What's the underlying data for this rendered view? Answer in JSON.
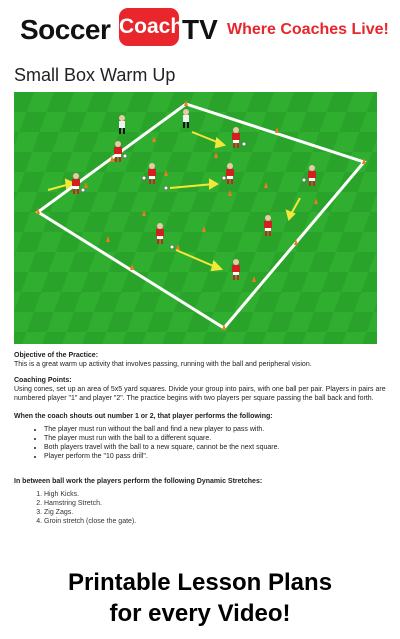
{
  "header": {
    "brand_left": "Soccer",
    "brand_badge": "Coach",
    "brand_right": "TV",
    "tagline": "Where Coaches Live!"
  },
  "title": "Small Box Warm Up",
  "colors": {
    "brand_red": "#e8262b",
    "pitch_green": "#2fae2f",
    "pitch_green_dark": "#27a027",
    "line_white": "#ffffff",
    "cone_orange": "#f07a1e",
    "arrow_yellow": "#f5e63a",
    "player_red": "#d22020",
    "player_black": "#111111"
  },
  "content": {
    "objective_heading": "Objective of the Practice:",
    "objective_text": "This is a great warm up activity that involves passing, running with the ball and peripheral vision.",
    "coaching_heading": "Coaching Points:",
    "coaching_text": "Using cones, set up an area of 5x5 yard squares. Divide your group into pairs, with one ball per pair. Players in pairs are numbered player \"1\" and player \"2\". The practice begins with two players per square passing the ball back and forth.",
    "coach_shout_heading": "When the coach shouts out number 1 or 2, that player performs the following:",
    "bullets": [
      "The player must run without the ball and find a new player to pass with.",
      "The player must run with the ball to a different square.",
      "Both players travel with the ball to a new square, cannot be the next square.",
      "Player perform the \"10 pass drill\"."
    ],
    "stretch_heading": "In between ball work the players perform the following Dynamic Stretches:",
    "stretches": [
      "High Kicks.",
      "Hamstring Stretch.",
      "Zig Zags.",
      "Groin stretch (close the gate)."
    ]
  },
  "footer": {
    "line1": "Printable Lesson Plans",
    "line2": "for every Video!"
  }
}
